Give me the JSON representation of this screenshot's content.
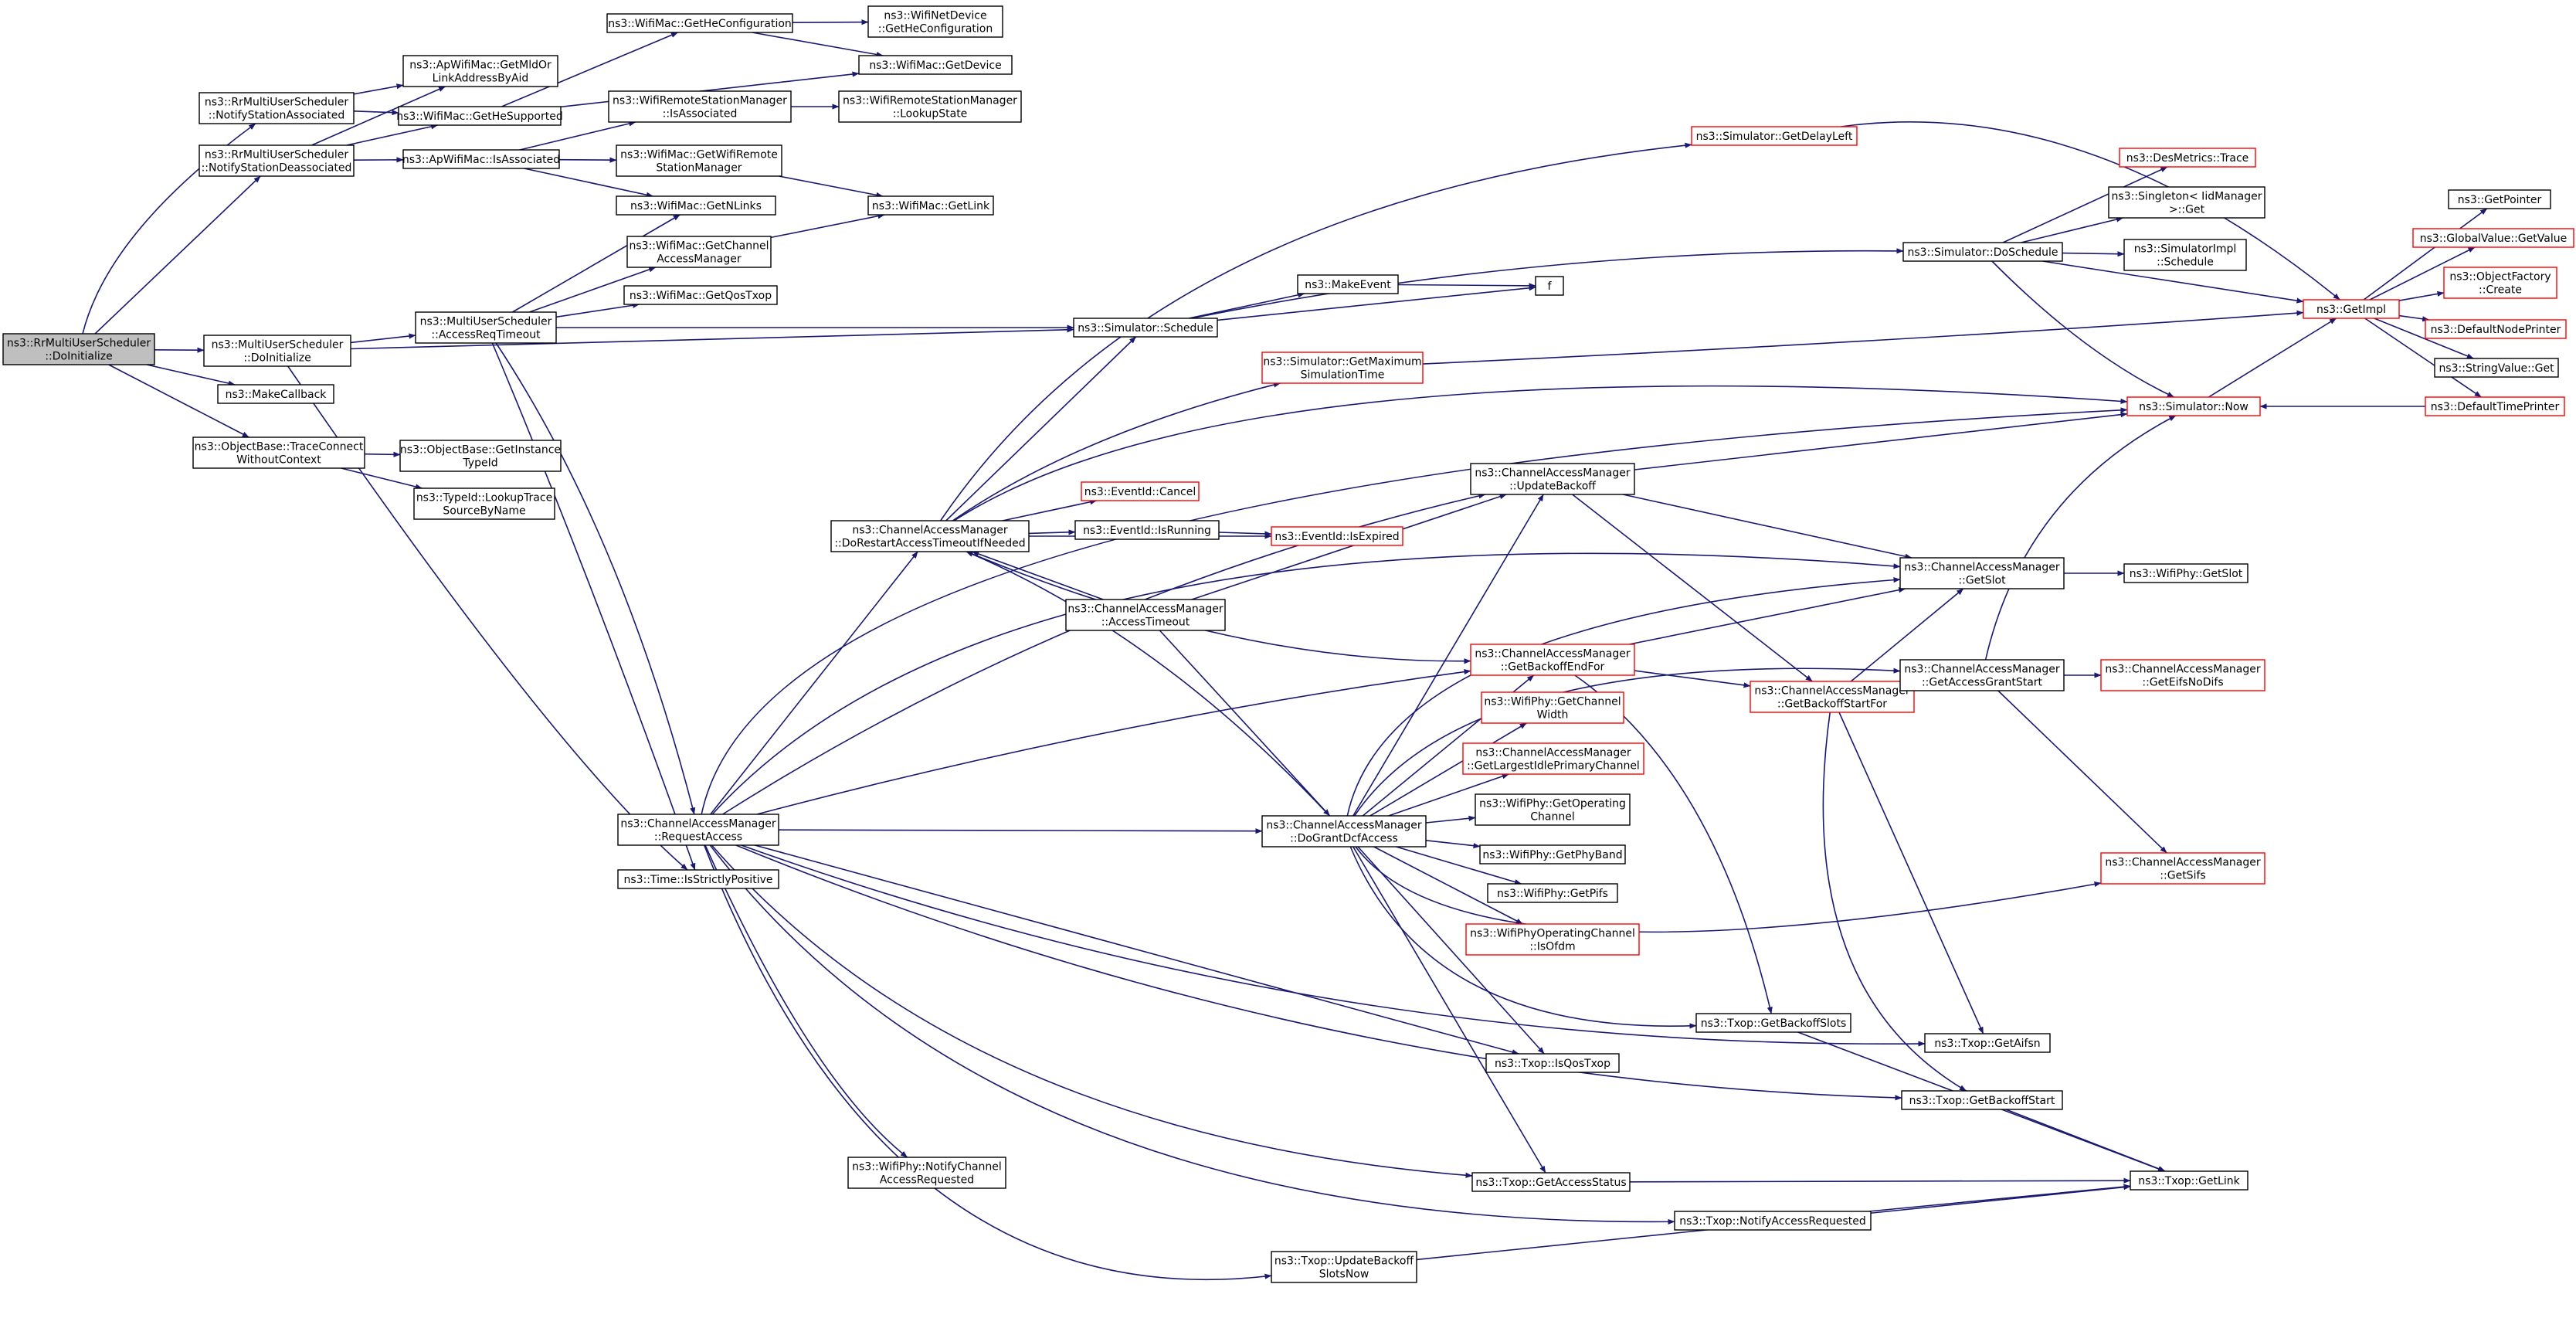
{
  "colors": {
    "edge": "#191970",
    "border_normal": "#000000",
    "border_truncated": "#ff0000",
    "root_fill": "#bfbfbf",
    "node_fill": "#ffffff",
    "text": "#000000"
  },
  "nodes": [
    {
      "id": "root",
      "lines": [
        "ns3::RrMultiUserScheduler",
        "::DoInitialize"
      ],
      "style": "root"
    },
    {
      "id": "notifyAssoc",
      "lines": [
        "ns3::RrMultiUserScheduler",
        "::NotifyStationAssociated"
      ],
      "style": "normal"
    },
    {
      "id": "notifyDeassoc",
      "lines": [
        "ns3::RrMultiUserScheduler",
        "::NotifyStationDeassociated"
      ],
      "style": "normal"
    },
    {
      "id": "muDoInit",
      "lines": [
        "ns3::MultiUserScheduler",
        "::DoInitialize"
      ],
      "style": "normal"
    },
    {
      "id": "makeCallback",
      "lines": [
        "ns3::MakeCallback"
      ],
      "style": "normal"
    },
    {
      "id": "traceConnect",
      "lines": [
        "ns3::ObjectBase::TraceConnect",
        "WithoutContext"
      ],
      "style": "normal"
    },
    {
      "id": "getMldOr",
      "lines": [
        "ns3::ApWifiMac::GetMldOr",
        "LinkAddressByAid"
      ],
      "style": "normal"
    },
    {
      "id": "getHeSupported",
      "lines": [
        "ns3::WifiMac::GetHeSupported"
      ],
      "style": "normal"
    },
    {
      "id": "apIsAssociated",
      "lines": [
        "ns3::ApWifiMac::IsAssociated"
      ],
      "style": "normal"
    },
    {
      "id": "accessReqTimeout",
      "lines": [
        "ns3::MultiUserScheduler",
        "::AccessReqTimeout"
      ],
      "style": "normal"
    },
    {
      "id": "getInstanceTypeId",
      "lines": [
        "ns3::ObjectBase::GetInstance",
        "TypeId"
      ],
      "style": "normal"
    },
    {
      "id": "lookupTraceSource",
      "lines": [
        "ns3::TypeId::LookupTrace",
        "SourceByName"
      ],
      "style": "normal"
    },
    {
      "id": "getHeConfig",
      "lines": [
        "ns3::WifiMac::GetHeConfiguration"
      ],
      "style": "normal"
    },
    {
      "id": "remoteIsAssociated",
      "lines": [
        "ns3::WifiRemoteStationManager",
        "::IsAssociated"
      ],
      "style": "normal"
    },
    {
      "id": "getWifiRemote",
      "lines": [
        "ns3::WifiMac::GetWifiRemote",
        "StationManager"
      ],
      "style": "normal"
    },
    {
      "id": "getNLinks",
      "lines": [
        "ns3::WifiMac::GetNLinks"
      ],
      "style": "normal"
    },
    {
      "id": "getChannelAccessMgr",
      "lines": [
        "ns3::WifiMac::GetChannel",
        "AccessManager"
      ],
      "style": "normal"
    },
    {
      "id": "getQosTxop",
      "lines": [
        "ns3::WifiMac::GetQosTxop"
      ],
      "style": "normal"
    },
    {
      "id": "requestAccess",
      "lines": [
        "ns3::ChannelAccessManager",
        "::RequestAccess"
      ],
      "style": "normal"
    },
    {
      "id": "isStrictlyPositive",
      "lines": [
        "ns3::Time::IsStrictlyPositive"
      ],
      "style": "normal"
    },
    {
      "id": "netDevHeConfig",
      "lines": [
        "ns3::WifiNetDevice",
        "::GetHeConfiguration"
      ],
      "style": "normal"
    },
    {
      "id": "getDevice",
      "lines": [
        "ns3::WifiMac::GetDevice"
      ],
      "style": "normal"
    },
    {
      "id": "lookupState",
      "lines": [
        "ns3::WifiRemoteStationManager",
        "::LookupState"
      ],
      "style": "normal"
    },
    {
      "id": "getLink",
      "lines": [
        "ns3::WifiMac::GetLink"
      ],
      "style": "normal"
    },
    {
      "id": "doRestart",
      "lines": [
        "ns3::ChannelAccessManager",
        "::DoRestartAccessTimeoutIfNeeded"
      ],
      "style": "normal"
    },
    {
      "id": "eventCancel",
      "lines": [
        "ns3::EventId::Cancel"
      ],
      "style": "truncated"
    },
    {
      "id": "eventIsRunning",
      "lines": [
        "ns3::EventId::IsRunning"
      ],
      "style": "normal"
    },
    {
      "id": "eventIsExpired",
      "lines": [
        "ns3::EventId::IsExpired"
      ],
      "style": "truncated"
    },
    {
      "id": "accessTimeout",
      "lines": [
        "ns3::ChannelAccessManager",
        "::AccessTimeout"
      ],
      "style": "normal"
    },
    {
      "id": "simSchedule",
      "lines": [
        "ns3::Simulator::Schedule"
      ],
      "style": "normal"
    },
    {
      "id": "makeEvent",
      "lines": [
        "ns3::MakeEvent"
      ],
      "style": "normal"
    },
    {
      "id": "f",
      "lines": [
        "f"
      ],
      "style": "normal"
    },
    {
      "id": "getDelayLeft",
      "lines": [
        "ns3::Simulator::GetDelayLeft"
      ],
      "style": "truncated"
    },
    {
      "id": "getMaxSimTime",
      "lines": [
        "ns3::Simulator::GetMaximum",
        "SimulationTime"
      ],
      "style": "truncated"
    },
    {
      "id": "doSchedule",
      "lines": [
        "ns3::Simulator::DoSchedule"
      ],
      "style": "normal"
    },
    {
      "id": "desMetricsTrace",
      "lines": [
        "ns3::DesMetrics::Trace"
      ],
      "style": "truncated"
    },
    {
      "id": "singletonGet",
      "lines": [
        "ns3::Singleton< IidManager",
        " >::Get"
      ],
      "style": "normal"
    },
    {
      "id": "simImplSchedule",
      "lines": [
        "ns3::SimulatorImpl",
        "::Schedule"
      ],
      "style": "normal"
    },
    {
      "id": "getImpl",
      "lines": [
        "ns3::GetImpl"
      ],
      "style": "truncated"
    },
    {
      "id": "simNow",
      "lines": [
        "ns3::Simulator::Now"
      ],
      "style": "truncated"
    },
    {
      "id": "getPointer",
      "lines": [
        "ns3::GetPointer"
      ],
      "style": "normal"
    },
    {
      "id": "globalValueGet",
      "lines": [
        "ns3::GlobalValue::GetValue"
      ],
      "style": "truncated"
    },
    {
      "id": "objectFactoryCreate",
      "lines": [
        "ns3::ObjectFactory",
        "::Create"
      ],
      "style": "truncated"
    },
    {
      "id": "defaultNodePrinter",
      "lines": [
        "ns3::DefaultNodePrinter"
      ],
      "style": "truncated"
    },
    {
      "id": "stringValueGet",
      "lines": [
        "ns3::StringValue::Get"
      ],
      "style": "normal"
    },
    {
      "id": "defaultTimePrinter",
      "lines": [
        "ns3::DefaultTimePrinter"
      ],
      "style": "truncated"
    },
    {
      "id": "updateBackoff",
      "lines": [
        "ns3::ChannelAccessManager",
        "::UpdateBackoff"
      ],
      "style": "normal"
    },
    {
      "id": "getSlot",
      "lines": [
        "ns3::ChannelAccessManager",
        "::GetSlot"
      ],
      "style": "normal"
    },
    {
      "id": "phyGetSlot",
      "lines": [
        "ns3::WifiPhy::GetSlot"
      ],
      "style": "normal"
    },
    {
      "id": "getBackoffEndFor",
      "lines": [
        "ns3::ChannelAccessManager",
        "::GetBackoffEndFor"
      ],
      "style": "truncated"
    },
    {
      "id": "getBackoffStartFor",
      "lines": [
        "ns3::ChannelAccessManager",
        "::GetBackoffStartFor"
      ],
      "style": "truncated"
    },
    {
      "id": "getAccessGrantStart",
      "lines": [
        "ns3::ChannelAccessManager",
        "::GetAccessGrantStart"
      ],
      "style": "normal"
    },
    {
      "id": "getEifsNoDifs",
      "lines": [
        "ns3::ChannelAccessManager",
        "::GetEifsNoDifs"
      ],
      "style": "truncated"
    },
    {
      "id": "getChannelWidth",
      "lines": [
        "ns3::WifiPhy::GetChannel",
        "Width"
      ],
      "style": "truncated"
    },
    {
      "id": "getLargestIdle",
      "lines": [
        "ns3::ChannelAccessManager",
        "::GetLargestIdlePrimaryChannel"
      ],
      "style": "truncated"
    },
    {
      "id": "doGrantDcf",
      "lines": [
        "ns3::ChannelAccessManager",
        "::DoGrantDcfAccess"
      ],
      "style": "normal"
    },
    {
      "id": "getOperatingChannel",
      "lines": [
        "ns3::WifiPhy::GetOperating",
        "Channel"
      ],
      "style": "normal"
    },
    {
      "id": "getPhyBand",
      "lines": [
        "ns3::WifiPhy::GetPhyBand"
      ],
      "style": "normal"
    },
    {
      "id": "getPifs",
      "lines": [
        "ns3::WifiPhy::GetPifs"
      ],
      "style": "normal"
    },
    {
      "id": "isOfdm",
      "lines": [
        "ns3::WifiPhyOperatingChannel",
        "::IsOfdm"
      ],
      "style": "truncated"
    },
    {
      "id": "getSifs",
      "lines": [
        "ns3::ChannelAccessManager",
        "::GetSifs"
      ],
      "style": "truncated"
    },
    {
      "id": "getBackoffSlots",
      "lines": [
        "ns3::Txop::GetBackoffSlots"
      ],
      "style": "normal"
    },
    {
      "id": "getAifsn",
      "lines": [
        "ns3::Txop::GetAifsn"
      ],
      "style": "normal"
    },
    {
      "id": "isQosTxop",
      "lines": [
        "ns3::Txop::IsQosTxop"
      ],
      "style": "normal"
    },
    {
      "id": "getBackoffStart",
      "lines": [
        "ns3::Txop::GetBackoffStart"
      ],
      "style": "normal"
    },
    {
      "id": "notifyChannelAccessRequested",
      "lines": [
        "ns3::WifiPhy::NotifyChannel",
        "AccessRequested"
      ],
      "style": "normal"
    },
    {
      "id": "getAccessStatus",
      "lines": [
        "ns3::Txop::GetAccessStatus"
      ],
      "style": "normal"
    },
    {
      "id": "txopGetLink",
      "lines": [
        "ns3::Txop::GetLink"
      ],
      "style": "normal"
    },
    {
      "id": "notifyAccessRequested",
      "lines": [
        "ns3::Txop::NotifyAccessRequested"
      ],
      "style": "normal"
    },
    {
      "id": "updateBackoffSlotsNow",
      "lines": [
        "ns3::Txop::UpdateBackoff",
        "SlotsNow"
      ],
      "style": "normal"
    }
  ],
  "edges": [
    [
      "root",
      "notifyAssoc"
    ],
    [
      "root",
      "notifyDeassoc"
    ],
    [
      "root",
      "muDoInit"
    ],
    [
      "root",
      "makeCallback"
    ],
    [
      "root",
      "traceConnect"
    ],
    [
      "notifyAssoc",
      "getMldOr"
    ],
    [
      "notifyAssoc",
      "getHeSupported"
    ],
    [
      "notifyDeassoc",
      "getMldOr"
    ],
    [
      "notifyDeassoc",
      "getHeSupported"
    ],
    [
      "notifyDeassoc",
      "apIsAssociated"
    ],
    [
      "muDoInit",
      "accessReqTimeout"
    ],
    [
      "muDoInit",
      "simSchedule"
    ],
    [
      "muDoInit",
      "isStrictlyPositive"
    ],
    [
      "traceConnect",
      "getInstanceTypeId"
    ],
    [
      "traceConnect",
      "lookupTraceSource"
    ],
    [
      "getHeSupported",
      "getHeConfig"
    ],
    [
      "getHeSupported",
      "getDevice"
    ],
    [
      "getHeConfig",
      "netDevHeConfig"
    ],
    [
      "getHeConfig",
      "getDevice"
    ],
    [
      "apIsAssociated",
      "remoteIsAssociated"
    ],
    [
      "apIsAssociated",
      "getWifiRemote"
    ],
    [
      "apIsAssociated",
      "getNLinks"
    ],
    [
      "remoteIsAssociated",
      "lookupState"
    ],
    [
      "getWifiRemote",
      "getLink"
    ],
    [
      "getChannelAccessMgr",
      "getLink"
    ],
    [
      "accessReqTimeout",
      "getNLinks"
    ],
    [
      "accessReqTimeout",
      "getChannelAccessMgr"
    ],
    [
      "accessReqTimeout",
      "getQosTxop"
    ],
    [
      "accessReqTimeout",
      "simSchedule"
    ],
    [
      "accessReqTimeout",
      "requestAccess"
    ],
    [
      "accessReqTimeout",
      "isStrictlyPositive"
    ],
    [
      "requestAccess",
      "doRestart"
    ],
    [
      "requestAccess",
      "getSlot"
    ],
    [
      "requestAccess",
      "updateBackoff"
    ],
    [
      "requestAccess",
      "getBackoffEndFor"
    ],
    [
      "requestAccess",
      "doGrantDcf"
    ],
    [
      "requestAccess",
      "isQosTxop"
    ],
    [
      "requestAccess",
      "getAifsn"
    ],
    [
      "requestAccess",
      "getBackoffStart"
    ],
    [
      "requestAccess",
      "notifyChannelAccessRequested"
    ],
    [
      "requestAccess",
      "getAccessStatus"
    ],
    [
      "requestAccess",
      "notifyAccessRequested"
    ],
    [
      "requestAccess",
      "updateBackoffSlotsNow"
    ],
    [
      "requestAccess",
      "simNow"
    ],
    [
      "doRestart",
      "getDelayLeft"
    ],
    [
      "doRestart",
      "simSchedule"
    ],
    [
      "doRestart",
      "getMaxSimTime"
    ],
    [
      "doRestart",
      "eventCancel"
    ],
    [
      "doRestart",
      "eventIsRunning"
    ],
    [
      "doRestart",
      "eventIsExpired"
    ],
    [
      "doRestart",
      "simNow"
    ],
    [
      "doRestart",
      "getBackoffEndFor"
    ],
    [
      "accessTimeout",
      "doRestart"
    ],
    [
      "accessTimeout",
      "updateBackoff"
    ],
    [
      "accessTimeout",
      "doGrantDcf"
    ],
    [
      "eventIsRunning",
      "eventIsExpired"
    ],
    [
      "simSchedule",
      "makeEvent"
    ],
    [
      "simSchedule",
      "f"
    ],
    [
      "simSchedule",
      "doSchedule"
    ],
    [
      "makeEvent",
      "f"
    ],
    [
      "getDelayLeft",
      "getImpl"
    ],
    [
      "getMaxSimTime",
      "getImpl"
    ],
    [
      "doSchedule",
      "desMetricsTrace"
    ],
    [
      "doSchedule",
      "singletonGet"
    ],
    [
      "doSchedule",
      "simImplSchedule"
    ],
    [
      "doSchedule",
      "getImpl"
    ],
    [
      "doSchedule",
      "simNow"
    ],
    [
      "simNow",
      "getImpl"
    ],
    [
      "getImpl",
      "getPointer"
    ],
    [
      "getImpl",
      "globalValueGet"
    ],
    [
      "getImpl",
      "objectFactoryCreate"
    ],
    [
      "getImpl",
      "defaultNodePrinter"
    ],
    [
      "getImpl",
      "stringValueGet"
    ],
    [
      "getImpl",
      "defaultTimePrinter"
    ],
    [
      "defaultTimePrinter",
      "simNow"
    ],
    [
      "updateBackoff",
      "simNow"
    ],
    [
      "updateBackoff",
      "getSlot"
    ],
    [
      "updateBackoff",
      "getBackoffStartFor"
    ],
    [
      "getSlot",
      "phyGetSlot"
    ],
    [
      "getBackoffEndFor",
      "getBackoffStartFor"
    ],
    [
      "getBackoffEndFor",
      "getSlot"
    ],
    [
      "getBackoffEndFor",
      "getBackoffSlots"
    ],
    [
      "getBackoffStartFor",
      "getAccessGrantStart"
    ],
    [
      "getBackoffStartFor",
      "getSlot"
    ],
    [
      "getBackoffStartFor",
      "getAifsn"
    ],
    [
      "getBackoffStartFor",
      "getBackoffStart"
    ],
    [
      "getAccessGrantStart",
      "getEifsNoDifs"
    ],
    [
      "getAccessGrantStart",
      "getSifs"
    ],
    [
      "getAccessGrantStart",
      "simNow"
    ],
    [
      "doGrantDcf",
      "updateBackoff"
    ],
    [
      "doGrantDcf",
      "getBackoffEndFor"
    ],
    [
      "doGrantDcf",
      "getChannelWidth"
    ],
    [
      "doGrantDcf",
      "getLargestIdle"
    ],
    [
      "doGrantDcf",
      "getOperatingChannel"
    ],
    [
      "doGrantDcf",
      "getPhyBand"
    ],
    [
      "doGrantDcf",
      "getPifs"
    ],
    [
      "doGrantDcf",
      "isOfdm"
    ],
    [
      "doGrantDcf",
      "getSifs"
    ],
    [
      "doGrantDcf",
      "getBackoffSlots"
    ],
    [
      "doGrantDcf",
      "isQosTxop"
    ],
    [
      "doGrantDcf",
      "getAccessStatus"
    ],
    [
      "doGrantDcf",
      "getSlot"
    ],
    [
      "doGrantDcf",
      "getAccessGrantStart"
    ],
    [
      "doGrantDcf",
      "doRestart"
    ],
    [
      "getBackoffSlots",
      "txopGetLink"
    ],
    [
      "getBackoffStart",
      "txopGetLink"
    ],
    [
      "getAccessStatus",
      "txopGetLink"
    ],
    [
      "notifyAccessRequested",
      "txopGetLink"
    ],
    [
      "updateBackoffSlotsNow",
      "txopGetLink"
    ]
  ]
}
